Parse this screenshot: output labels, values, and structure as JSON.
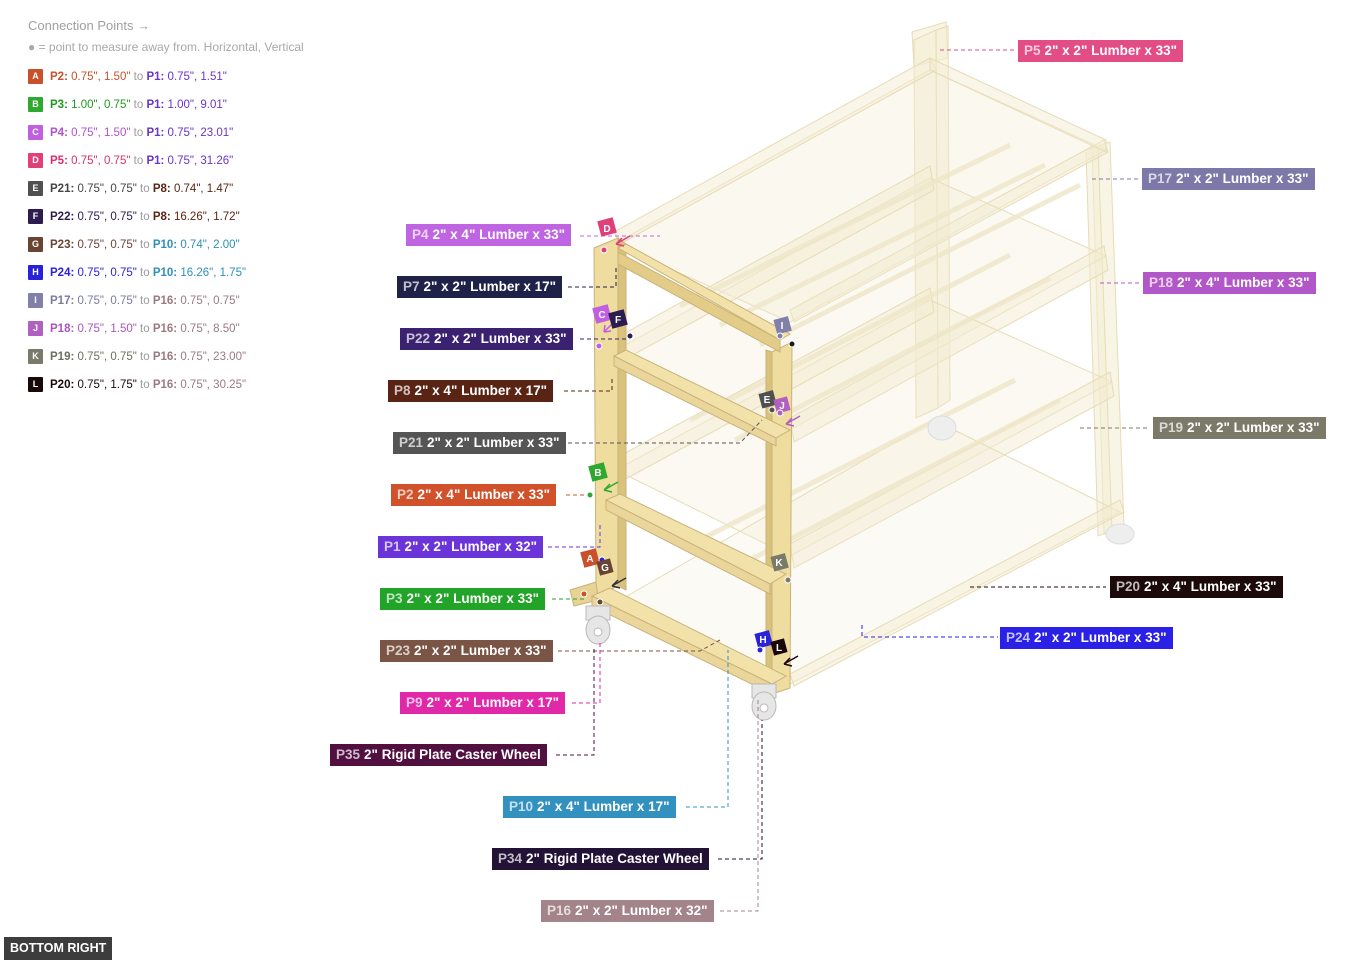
{
  "legend": {
    "title": "Connection Points →",
    "note": "● = point to measure away from. Horizontal, Vertical",
    "items": [
      {
        "key": "A",
        "color": "#c8502a",
        "from": "P2:",
        "from_color": "#c8502a",
        "from_val": "0.75\", 1.50\"",
        "to": "to",
        "to_part": "P1:",
        "to_color": "#6a35c9",
        "to_val": "0.75\", 1.51\""
      },
      {
        "key": "B",
        "color": "#2ea82e",
        "from": "P3:",
        "from_color": "#1f9a1f",
        "from_val": "1.00\", 0.75\"",
        "to": "to",
        "to_part": "P1:",
        "to_color": "#6a35c9",
        "to_val": "1.00\", 9.01\""
      },
      {
        "key": "C",
        "color": "#c060e0",
        "from": "P4:",
        "from_color": "#b050d0",
        "from_val": "0.75\", 1.50\"",
        "to": "to",
        "to_part": "P1:",
        "to_color": "#6a35c9",
        "to_val": "0.75\", 23.01\""
      },
      {
        "key": "D",
        "color": "#e0407a",
        "from": "P5:",
        "from_color": "#d83070",
        "from_val": "0.75\", 0.75\"",
        "to": "to",
        "to_part": "P1:",
        "to_color": "#6a35c9",
        "to_val": "0.75\", 31.26\""
      },
      {
        "key": "E",
        "color": "#505050",
        "from": "P21:",
        "from_color": "#444444",
        "from_val": "0.75\", 0.75\"",
        "to": "to",
        "to_part": "P8:",
        "to_color": "#5a2412",
        "to_val": "0.74\", 1.47\""
      },
      {
        "key": "F",
        "color": "#2c1c50",
        "from": "P22:",
        "from_color": "#2c1c50",
        "from_val": "0.75\", 0.75\"",
        "to": "to",
        "to_part": "P8:",
        "to_color": "#5a2412",
        "to_val": "16.26\", 1.72\""
      },
      {
        "key": "G",
        "color": "#6a4432",
        "from": "P23:",
        "from_color": "#6a4432",
        "from_val": "0.75\", 0.75\"",
        "to": "to",
        "to_part": "P10:",
        "to_color": "#2f8fb8",
        "to_val": "0.74\", 2.00\""
      },
      {
        "key": "H",
        "color": "#2a22d8",
        "from": "P24:",
        "from_color": "#2a22d8",
        "from_val": "0.75\", 0.75\"",
        "to": "to",
        "to_part": "P10:",
        "to_color": "#2f8fb8",
        "to_val": "16.26\", 1.75\""
      },
      {
        "key": "I",
        "color": "#8080a8",
        "from": "P17:",
        "from_color": "#7a7aa2",
        "from_val": "0.75\", 0.75\"",
        "to": "to",
        "to_part": "P16:",
        "to_color": "#9a7a80",
        "to_val": "0.75\", 0.75\""
      },
      {
        "key": "J",
        "color": "#b060c0",
        "from": "P18:",
        "from_color": "#a855bb",
        "from_val": "0.75\", 1.50\"",
        "to": "to",
        "to_part": "P16:",
        "to_color": "#9a7a80",
        "to_val": "0.75\", 8.50\""
      },
      {
        "key": "K",
        "color": "#7a7a6a",
        "from": "P19:",
        "from_color": "#6e6e60",
        "from_val": "0.75\", 0.75\"",
        "to": "to",
        "to_part": "P16:",
        "to_color": "#9a7a80",
        "to_val": "0.75\", 23.00\""
      },
      {
        "key": "L",
        "color": "#1a0808",
        "from": "P20:",
        "from_color": "#1a0808",
        "from_val": "0.75\", 1.75\"",
        "to": "to",
        "to_part": "P16:",
        "to_color": "#9a7a80",
        "to_val": "0.75\", 30.25\""
      }
    ]
  },
  "parts": [
    {
      "id": "P5",
      "name": "2\" x 2\" Lumber x 33\"",
      "color": "#e24d86"
    },
    {
      "id": "P17",
      "name": "2\" x 2\" Lumber x 33\"",
      "color": "#7c78a8"
    },
    {
      "id": "P4",
      "name": "2\" x 4\" Lumber  x 33\"",
      "color": "#c065e2"
    },
    {
      "id": "P18",
      "name": "2\" x 4\" Lumber  x 33\"",
      "color": "#b257c8"
    },
    {
      "id": "P7",
      "name": "2\" x 2\" Lumber x 17\"",
      "color": "#1e2148"
    },
    {
      "id": "P22",
      "name": "2\" x 2\" Lumber x 33\"",
      "color": "#3a2270"
    },
    {
      "id": "P8",
      "name": "2\" x 4\" Lumber  x 17\"",
      "color": "#5a2414"
    },
    {
      "id": "P21",
      "name": "2\" x 2\" Lumber x 33\"",
      "color": "#555555"
    },
    {
      "id": "P19",
      "name": "2\" x 2\" Lumber x 33\"",
      "color": "#7b7a68"
    },
    {
      "id": "P2",
      "name": "2\" x 4\" Lumber  x 33\"",
      "color": "#d0512a"
    },
    {
      "id": "P1",
      "name": "2\" x 2\" Lumber x 32\"",
      "color": "#6a34d8"
    },
    {
      "id": "P3",
      "name": "2\" x 2\" Lumber x 33\"",
      "color": "#22a428"
    },
    {
      "id": "P20",
      "name": "2\" x 4\" Lumber  x 33\"",
      "color": "#1c0a0a"
    },
    {
      "id": "P24",
      "name": "2\" x 2\" Lumber x 33\"",
      "color": "#2a20e6"
    },
    {
      "id": "P23",
      "name": "2\" x 2\" Lumber x 33\"",
      "color": "#7a5444"
    },
    {
      "id": "P9",
      "name": "2\" x 2\" Lumber x 17\"",
      "color": "#e028a8"
    },
    {
      "id": "P35",
      "name": "2\" Rigid Plate Caster Wheel",
      "color": "#521040"
    },
    {
      "id": "P10",
      "name": "2\" x 4\" Lumber  x 17\"",
      "color": "#3391c0"
    },
    {
      "id": "P34",
      "name": "2\" Rigid Plate Caster Wheel",
      "color": "#221236"
    },
    {
      "id": "P16",
      "name": "2\" x 2\" Lumber x 32\"",
      "color": "#a3848a"
    }
  ],
  "view": {
    "label": "BOTTOM RIGHT"
  }
}
